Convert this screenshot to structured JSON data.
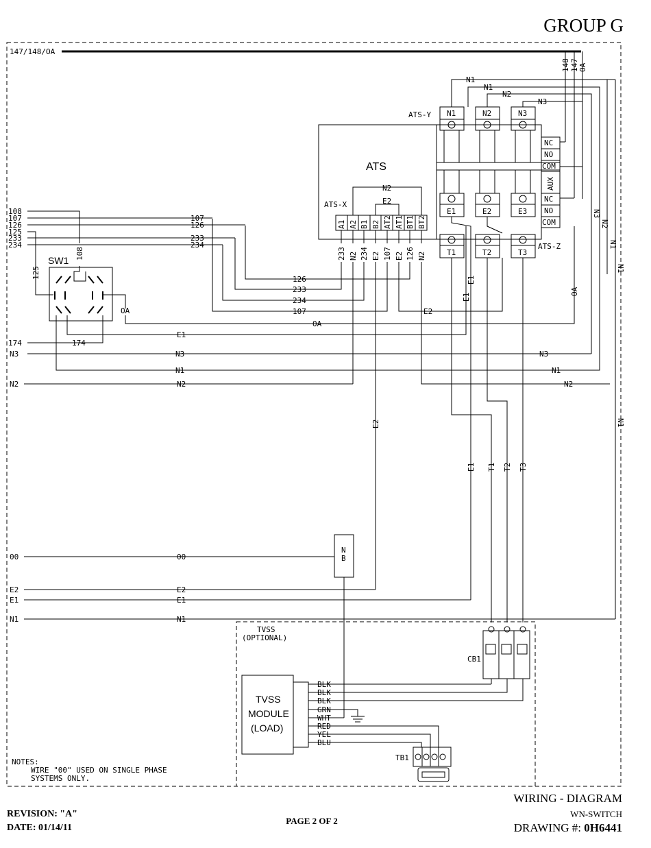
{
  "header": {
    "group": "GROUP G"
  },
  "footer": {
    "revision": "REVISION: \"A\"",
    "date": "DATE: 01/14/11",
    "page": "PAGE 2 OF 2",
    "title": "WIRING - DIAGRAM",
    "subtitle": "WN-SWITCH",
    "drawing_label": "DRAWING #: ",
    "drawing_number": "0H6441"
  },
  "diagram": {
    "top_bus": "147/148/OA",
    "top_bus_wires": [
      "148",
      "147",
      "OA"
    ],
    "ats": {
      "title": "ATS",
      "ats_y": "ATS-Y",
      "ats_x": "ATS-X",
      "ats_z": "ATS-Z",
      "n_terminals": [
        "N1",
        "N2",
        "N3"
      ],
      "e_terminals": [
        "E1",
        "E2",
        "E3"
      ],
      "t_terminals": [
        "T1",
        "T2",
        "T3"
      ],
      "aux_contacts": [
        "NC",
        "NO",
        "COM",
        "NC",
        "NO",
        "COM"
      ],
      "aux_label": "AUX",
      "x_terminals": [
        "A1",
        "A2",
        "B1",
        "B2",
        "AT2",
        "AT1",
        "BT1",
        "BT2"
      ],
      "x_wires": [
        "233",
        "N2",
        "234",
        "E2",
        "107",
        "E2",
        "126",
        "N2"
      ],
      "x_jumper_n2": "N2",
      "x_jumper_e2": "E2"
    },
    "sw1": {
      "label": "SW1",
      "wire_108": "108",
      "wire_125": "125",
      "wire_oa": "OA",
      "wire_174": "174"
    },
    "left_inputs": [
      "108",
      "107",
      "126",
      "125",
      "233",
      "234"
    ],
    "mid_wires": [
      "107",
      "126",
      "233",
      "234"
    ],
    "run_labels": {
      "w126": "126",
      "w233": "233",
      "w234": "234",
      "w107": "107",
      "e2": "E2",
      "oa": "OA",
      "e1": "E1",
      "e1b": "E1",
      "n1": "N1",
      "n3": "N3",
      "n2": "N2",
      "t1": "T1",
      "t2": "T2",
      "t3": "T3",
      "n1b": "N1"
    },
    "left_lines": [
      {
        "left": "174",
        "mid": "174"
      },
      {
        "left": "N3",
        "mid": "N3",
        "right": "N3"
      },
      {
        "left": "",
        "mid": "N1",
        "right": "N1"
      },
      {
        "left": "N2",
        "mid": "N2",
        "right": "N2"
      },
      {
        "left": "00",
        "mid": "00"
      },
      {
        "left": "E2",
        "mid": "E2"
      },
      {
        "left": "E1",
        "mid": "E1"
      },
      {
        "left": "N1",
        "mid": "N1"
      }
    ],
    "nb": [
      "N",
      "B"
    ],
    "tvss": {
      "title": "TVSS",
      "optional": "(OPTIONAL)",
      "module": [
        "TVSS",
        "MODULE",
        "(LOAD)"
      ],
      "wires": [
        "BLK",
        "BLK",
        "BLK",
        "GRN",
        "WHT",
        "RED",
        "YEL",
        "BLU"
      ]
    },
    "cb1": "CB1",
    "tb1": "TB1",
    "notes": {
      "title": "NOTES:",
      "line1": "WIRE \"00\" USED ON SINGLE PHASE",
      "line2": "SYSTEMS ONLY."
    }
  },
  "colors": {
    "ink": "#000000",
    "paper": "#ffffff"
  }
}
